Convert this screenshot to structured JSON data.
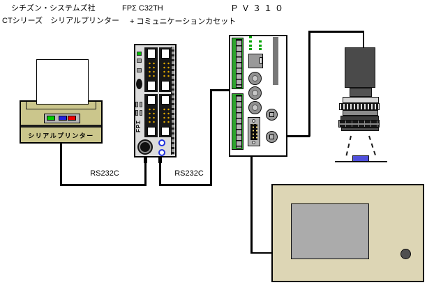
{
  "titles": {
    "printer": {
      "line1": "シチズン・システムズ社",
      "line2": "CTシリーズ　シリアルプリンター"
    },
    "plc": {
      "line1": "FPΣ C32TH",
      "line2": "+ コミュニケーションカセット"
    },
    "pv": {
      "line1": "ＰＶ３１０"
    }
  },
  "devices": {
    "printer": {
      "front_label": "シリアルプリンター"
    },
    "plc": {
      "side_label": "FPΣ"
    }
  },
  "cables": {
    "printer_to_plc_label": "RS232C",
    "plc_to_pv_label": "RS232C"
  },
  "colors": {
    "printer_body": "#cbc68c",
    "monitor_body": "#ddd6b5",
    "button_green": "#00cc00",
    "button_blue": "#2222dd",
    "button_red": "#ee0000",
    "led_green": "#00bb00",
    "terminal_green": "#2da52d",
    "ring_blue": "#2233dd",
    "target_blue": "#5050dd",
    "camera_gray": "#4a4a4a",
    "pin_yellow": "#e0a800"
  }
}
